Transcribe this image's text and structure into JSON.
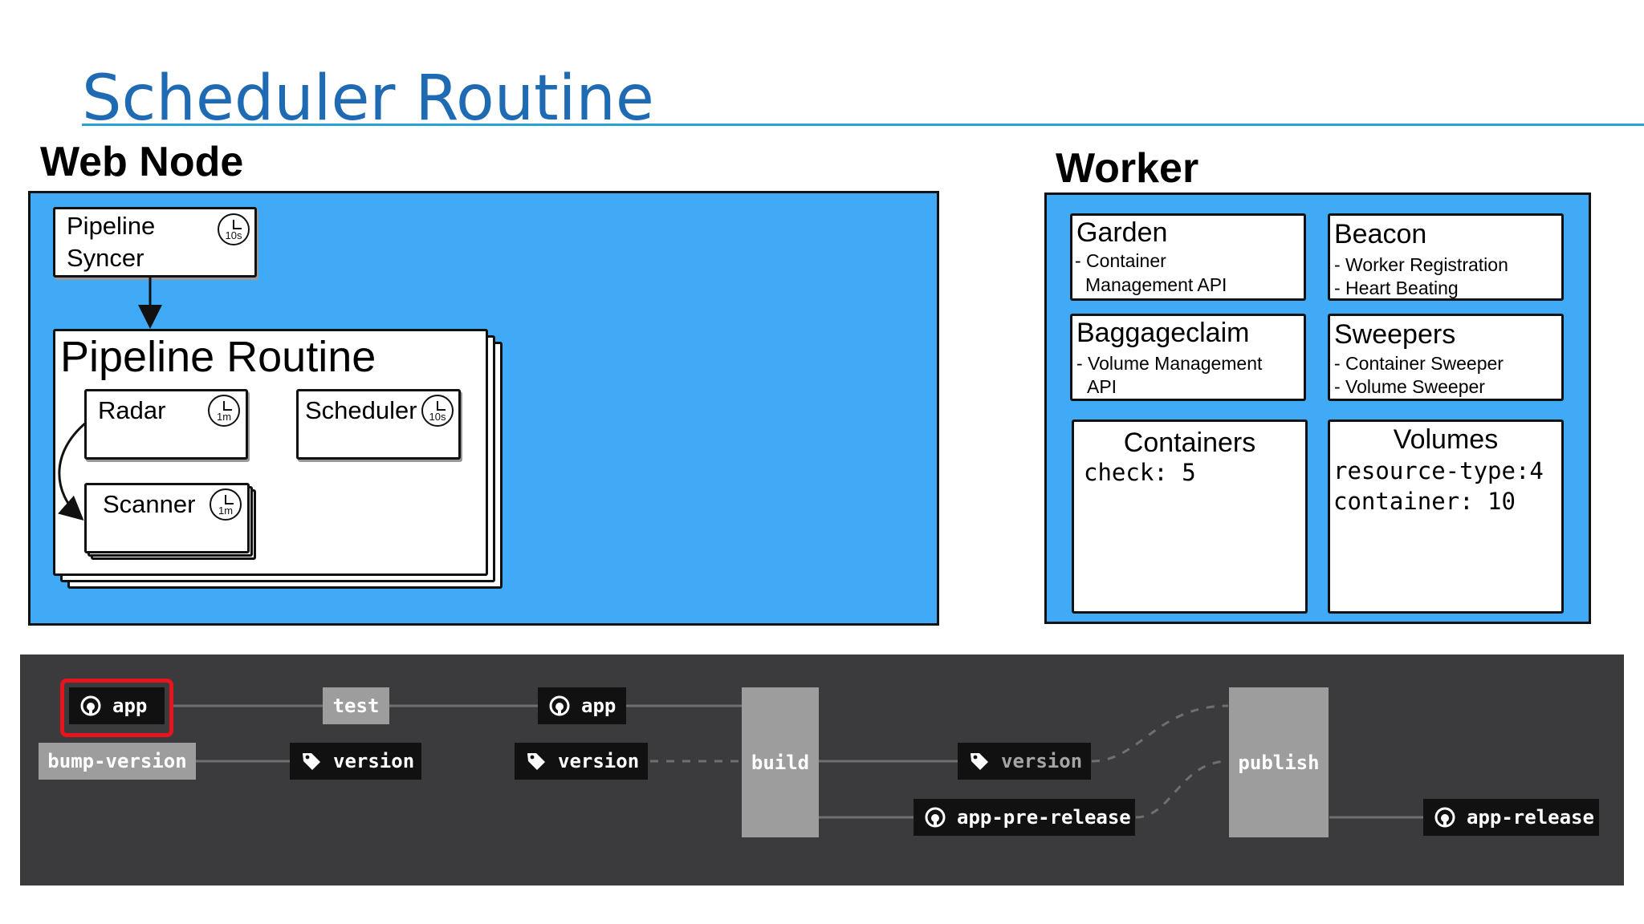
{
  "slide": {
    "title": "Scheduler Routine"
  },
  "web_node": {
    "heading": "Web Node",
    "pipeline_syncer": {
      "line1": "Pipeline",
      "line2": "Syncer",
      "interval": "10s"
    },
    "pipeline_routine": {
      "title": "Pipeline Routine",
      "radar": {
        "label": "Radar",
        "interval": "1m"
      },
      "scheduler": {
        "label": "Scheduler",
        "interval": "10s"
      },
      "scanner": {
        "label": "Scanner",
        "interval": "1m"
      }
    }
  },
  "worker": {
    "heading": "Worker",
    "garden": {
      "title": "Garden",
      "line1": "- Container",
      "line2": "Management API"
    },
    "beacon": {
      "title": "Beacon",
      "line1": "- Worker Registration",
      "line2": "- Heart Beating"
    },
    "baggageclaim": {
      "title": "Baggageclaim",
      "line1": "- Volume Management",
      "line2": "API"
    },
    "sweepers": {
      "title": "Sweepers",
      "line1": "- Container Sweeper",
      "line2": "- Volume Sweeper"
    },
    "containers": {
      "title": "Containers",
      "line1": "check: 5"
    },
    "volumes": {
      "title": "Volumes",
      "line1": "resource-type:4",
      "line2": "container: 10"
    }
  },
  "pipeline": {
    "app_1": "app",
    "bump_version": "bump-version",
    "test": "test",
    "version_1": "version",
    "app_2": "app",
    "version_2": "version",
    "build": "build",
    "version_3": "version",
    "app_pre_release": "app-pre-release",
    "publish": "publish",
    "app_release": "app-release"
  },
  "colors": {
    "title_blue": "#1f6bb3",
    "panel_blue": "#40aaf7",
    "pipeline_bg": "#3b3a3c",
    "job_gray": "#9d9d9d",
    "highlight_red": "#e8141d"
  },
  "icons": [
    "clock-icon",
    "github-icon",
    "tag-icon"
  ]
}
